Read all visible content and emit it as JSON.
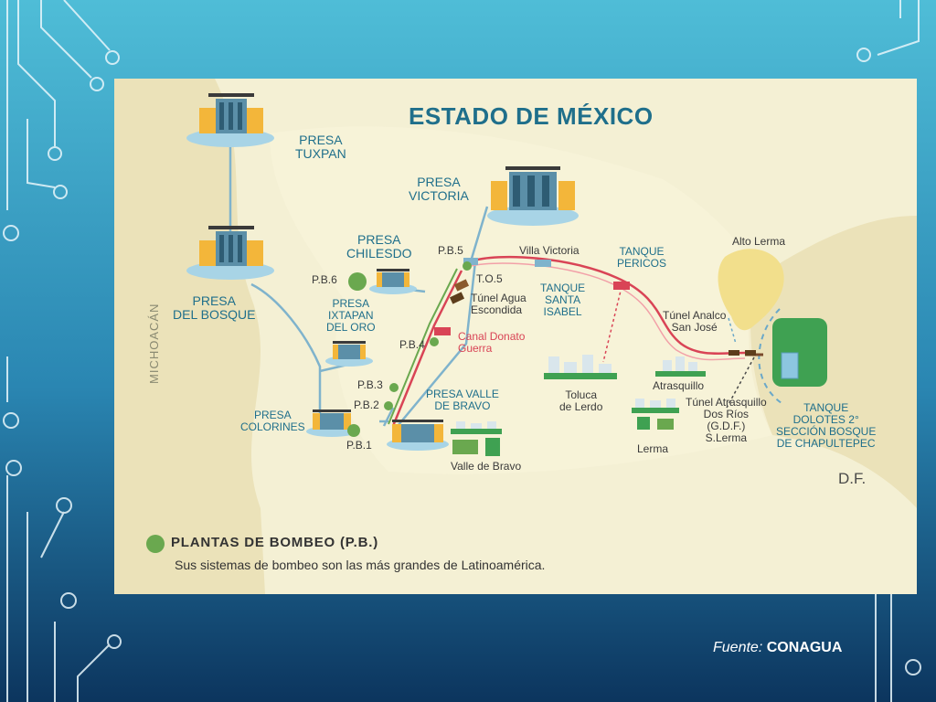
{
  "map": {
    "title": "ESTADO DE MÉXICO",
    "region_michoacan": "MICHOACÁN",
    "region_df": "D.F.",
    "places": {
      "presa_tuxpan": [
        "PRESA",
        "TUXPAN"
      ],
      "presa_del_bosque": [
        "PRESA",
        "DEL BOSQUE"
      ],
      "presa_victoria": [
        "PRESA",
        "VICTORIA"
      ],
      "presa_chilesdo": [
        "PRESA",
        "CHILESDO"
      ],
      "presa_ixtapan": [
        "PRESA",
        "IXTAPAN",
        "DEL ORO"
      ],
      "presa_colorines": [
        "PRESA",
        "COLORINES"
      ],
      "presa_valle_de_bravo": [
        "PRESA VALLE",
        "DE BRAVO"
      ],
      "valle_de_bravo": "Valle de Bravo",
      "villa_victoria": "Villa Victoria",
      "tanque_pericos": [
        "TANQUE",
        "PERICOS"
      ],
      "tanque_santa_isabel": [
        "TANQUE",
        "SANTA",
        "ISABEL"
      ],
      "alto_lerma": "Alto Lerma",
      "tunel_analco": [
        "Túnel Analco",
        "San José"
      ],
      "toluca": [
        "Toluca",
        "de Lerdo"
      ],
      "atrasquillo": "Atrasquillo",
      "lerma": "Lerma",
      "tunel_atrasquillo": [
        "Túnel Atrasquillo",
        "Dos Ríos",
        "(G.D.F.)",
        "S.Lerma"
      ],
      "tanque_dolotes": [
        "TANQUE",
        "DOLOTES 2°",
        "SECCIÓN BOSQUE",
        "DE CHAPULTEPEC"
      ],
      "tunel_agua_escondida": [
        "Túnel Agua",
        "Escondida"
      ],
      "canal_donato_guerra": [
        "Canal Donato",
        "Guerra"
      ],
      "to5": "T.O.5"
    },
    "pumping_stations": {
      "pb5": "P.B.5",
      "pb6": "P.B.6",
      "pb4": "P.B.4",
      "pb3": "P.B.3",
      "pb2": "P.B.2",
      "pb1": "P.B.1"
    },
    "legend": {
      "title": "PLANTAS DE BOMBEO (P.B.)",
      "text": "Sus sistemas de bombeo son las más grandes de Latinoamérica."
    }
  },
  "source": {
    "prefix": "Fuente:",
    "name": "CONAGUA"
  },
  "colors": {
    "background_top": "#4bb9d4",
    "background_bottom": "#0d3a63",
    "map_land": "#f4f0d4",
    "map_region": "#ebe2b9",
    "lake": "#f1de86",
    "forest": "#3fa152",
    "text_blue": "#1f6f8b",
    "aqueduct_red": "#d94456",
    "aqueduct_green": "#6aa84f",
    "pipe_blue": "#7fb3cc",
    "pump_green": "#6aa84f"
  }
}
